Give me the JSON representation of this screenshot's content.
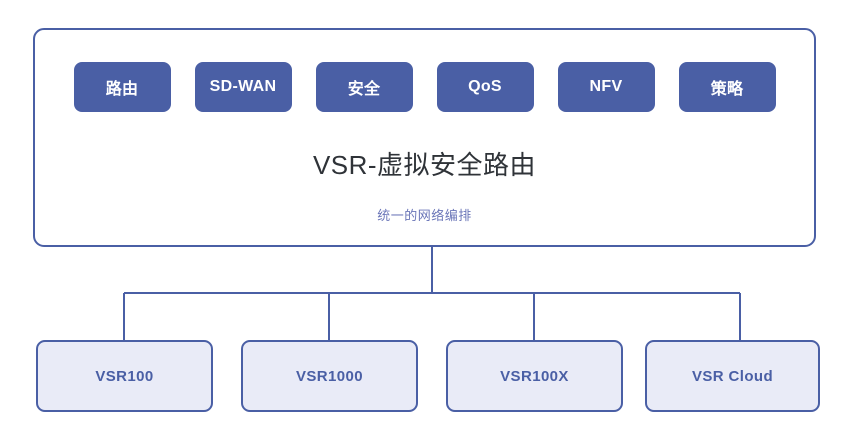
{
  "diagram": {
    "type": "hierarchy-tree",
    "accent_color": "#4a5fa5",
    "pill_fill": "#4a5fa5",
    "pill_text_color": "#ffffff",
    "box_fill": "#e9ebf7",
    "box_border": "#4a5fa5",
    "title_color": "#2f3338",
    "subtitle_color": "#6b76b8",
    "background": "#ffffff"
  },
  "platform": {
    "title": "VSR-虚拟安全路由",
    "subtitle": "统一的网络编排",
    "capabilities": [
      {
        "label": "路由"
      },
      {
        "label": "SD-WAN"
      },
      {
        "label": "安全"
      },
      {
        "label": "QoS"
      },
      {
        "label": "NFV"
      },
      {
        "label": "策略"
      }
    ]
  },
  "products": [
    {
      "label": "VSR100"
    },
    {
      "label": "VSR1000"
    },
    {
      "label": "VSR100X"
    },
    {
      "label": "VSR Cloud"
    }
  ]
}
